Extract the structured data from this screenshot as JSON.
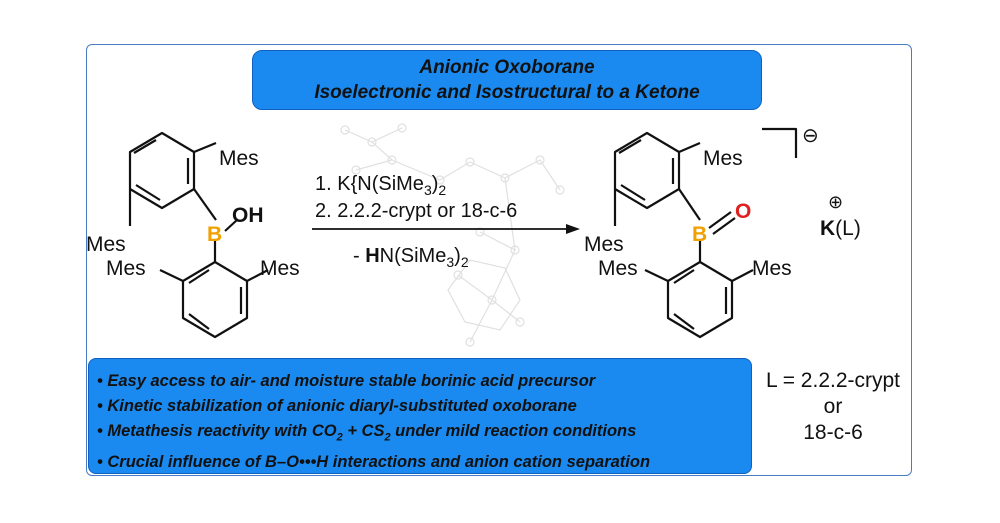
{
  "title": {
    "line1": "Anionic Oxoborane",
    "line2": "Isoelectronic and Isostructural to a Ketone"
  },
  "reactant": {
    "mes_top": "Mes",
    "mes_left": "Mes",
    "mes_lower_left": "Mes",
    "mes_lower_right": "Mes",
    "boron": "B",
    "oh": "OH"
  },
  "product": {
    "mes_top": "Mes",
    "mes_left": "Mes",
    "mes_lower_left": "Mes",
    "mes_lower_right": "Mes",
    "boron": "B",
    "oxygen": "O",
    "charge_minus": "⊖",
    "charge_plus": "⊕",
    "counterion_k": "K",
    "counterion_l": "(L)"
  },
  "conditions": {
    "step1_prefix": "1. K{N(SiMe",
    "step1_sub": "3",
    "step1_suffix": ")",
    "step1_sub2": "2",
    "step2": "2. 2.2.2-crypt or 18-c-6",
    "byproduct_prefix": "- ",
    "byproduct_h": "H",
    "byproduct_mid": "N(SiMe",
    "byproduct_sub": "3",
    "byproduct_close": ")",
    "byproduct_sub2": "2"
  },
  "ligand": {
    "line1": "L = 2.2.2-crypt",
    "line2": "or",
    "line3": "18-c-6"
  },
  "bullets": {
    "b1": "• Easy access to air- and moisture stable borinic acid precursor",
    "b2": "• Kinetic stabilization of anionic diaryl-substituted oxoborane",
    "b3_pre": "• Metathesis reactivity with CO",
    "b3_sub1": "2",
    "b3_mid": " + CS",
    "b3_sub2": "2",
    "b3_post": " under mild reaction conditions",
    "b4": "• Crucial influence of B–O•••H interactions and anion cation separation"
  },
  "colors": {
    "accent_blue": "#1a8af0",
    "boron_orange": "#f0a000",
    "oxygen_red": "#e02020"
  }
}
